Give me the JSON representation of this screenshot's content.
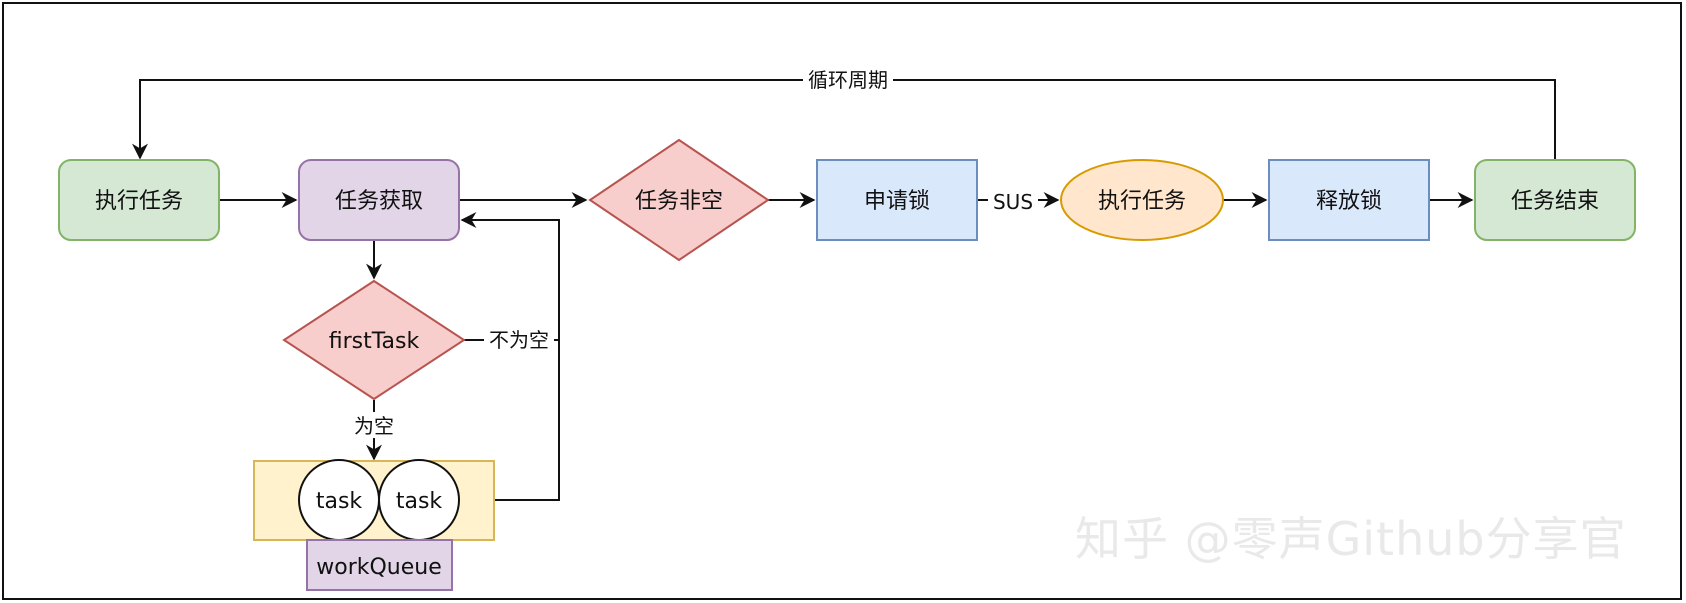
{
  "nodes": {
    "exec_task_start": "执行任务",
    "task_fetch": "任务获取",
    "task_not_empty": "任务非空",
    "apply_lock": "申请锁",
    "exec_task": "执行任务",
    "release_lock": "释放锁",
    "task_end": "任务结束",
    "first_task": "firstTask",
    "task_1": "task",
    "task_2": "task",
    "work_queue": "workQueue"
  },
  "edges": {
    "loop_label": "循环周期",
    "sus_label": "SUS",
    "not_empty_label": "不为空",
    "empty_label": "为空"
  },
  "watermark": "知乎 @零声Github分享官",
  "colors": {
    "green_fill": "#d5e8d4",
    "green_stroke": "#82b366",
    "purple_fill": "#e1d5e7",
    "purple_stroke": "#9673a6",
    "red_fill": "#f8cecc",
    "red_stroke": "#b85450",
    "blue_fill": "#dae8fc",
    "blue_stroke": "#6c8ebf",
    "orange_fill": "#ffe6cc",
    "orange_stroke": "#d79b00",
    "yellow_fill": "#fff2cc",
    "yellow_stroke": "#d6b656"
  }
}
